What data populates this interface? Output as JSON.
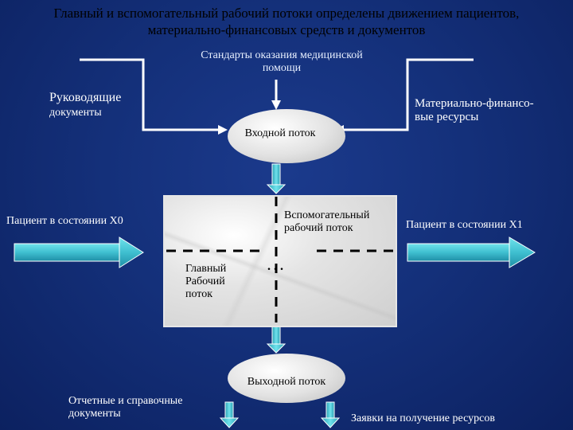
{
  "title": {
    "line1": "Главный и вспомогательный рабочий потоки определены движением пациентов,",
    "line2": "материально-финансовых средств и документов"
  },
  "inputs": {
    "standards_line1": "Стандарты оказания медицинской",
    "standards_line2": "помощи",
    "guiding_docs_line1": "Руководящие",
    "guiding_docs_line2": "документы",
    "resources_line1": "Материально-финансо-",
    "resources_line2": "вые ресурсы"
  },
  "input_flow": "Входной поток",
  "patient_in": "Пациент в состоянии Х0",
  "patient_out": "Пациент в состоянии Х1",
  "aux_flow_line1": "Вспомогательный",
  "aux_flow_line2": "рабочий поток",
  "main_flow_line1": "Главный",
  "main_flow_line2": "Рабочий",
  "main_flow_line3": "поток",
  "ellipsis": ". . .",
  "output_flow": "Выходной поток",
  "outputs": {
    "reports_line1": "Отчетные и справочные",
    "reports_line2": "документы",
    "requests": "Заявки на получение ресурсов"
  }
}
